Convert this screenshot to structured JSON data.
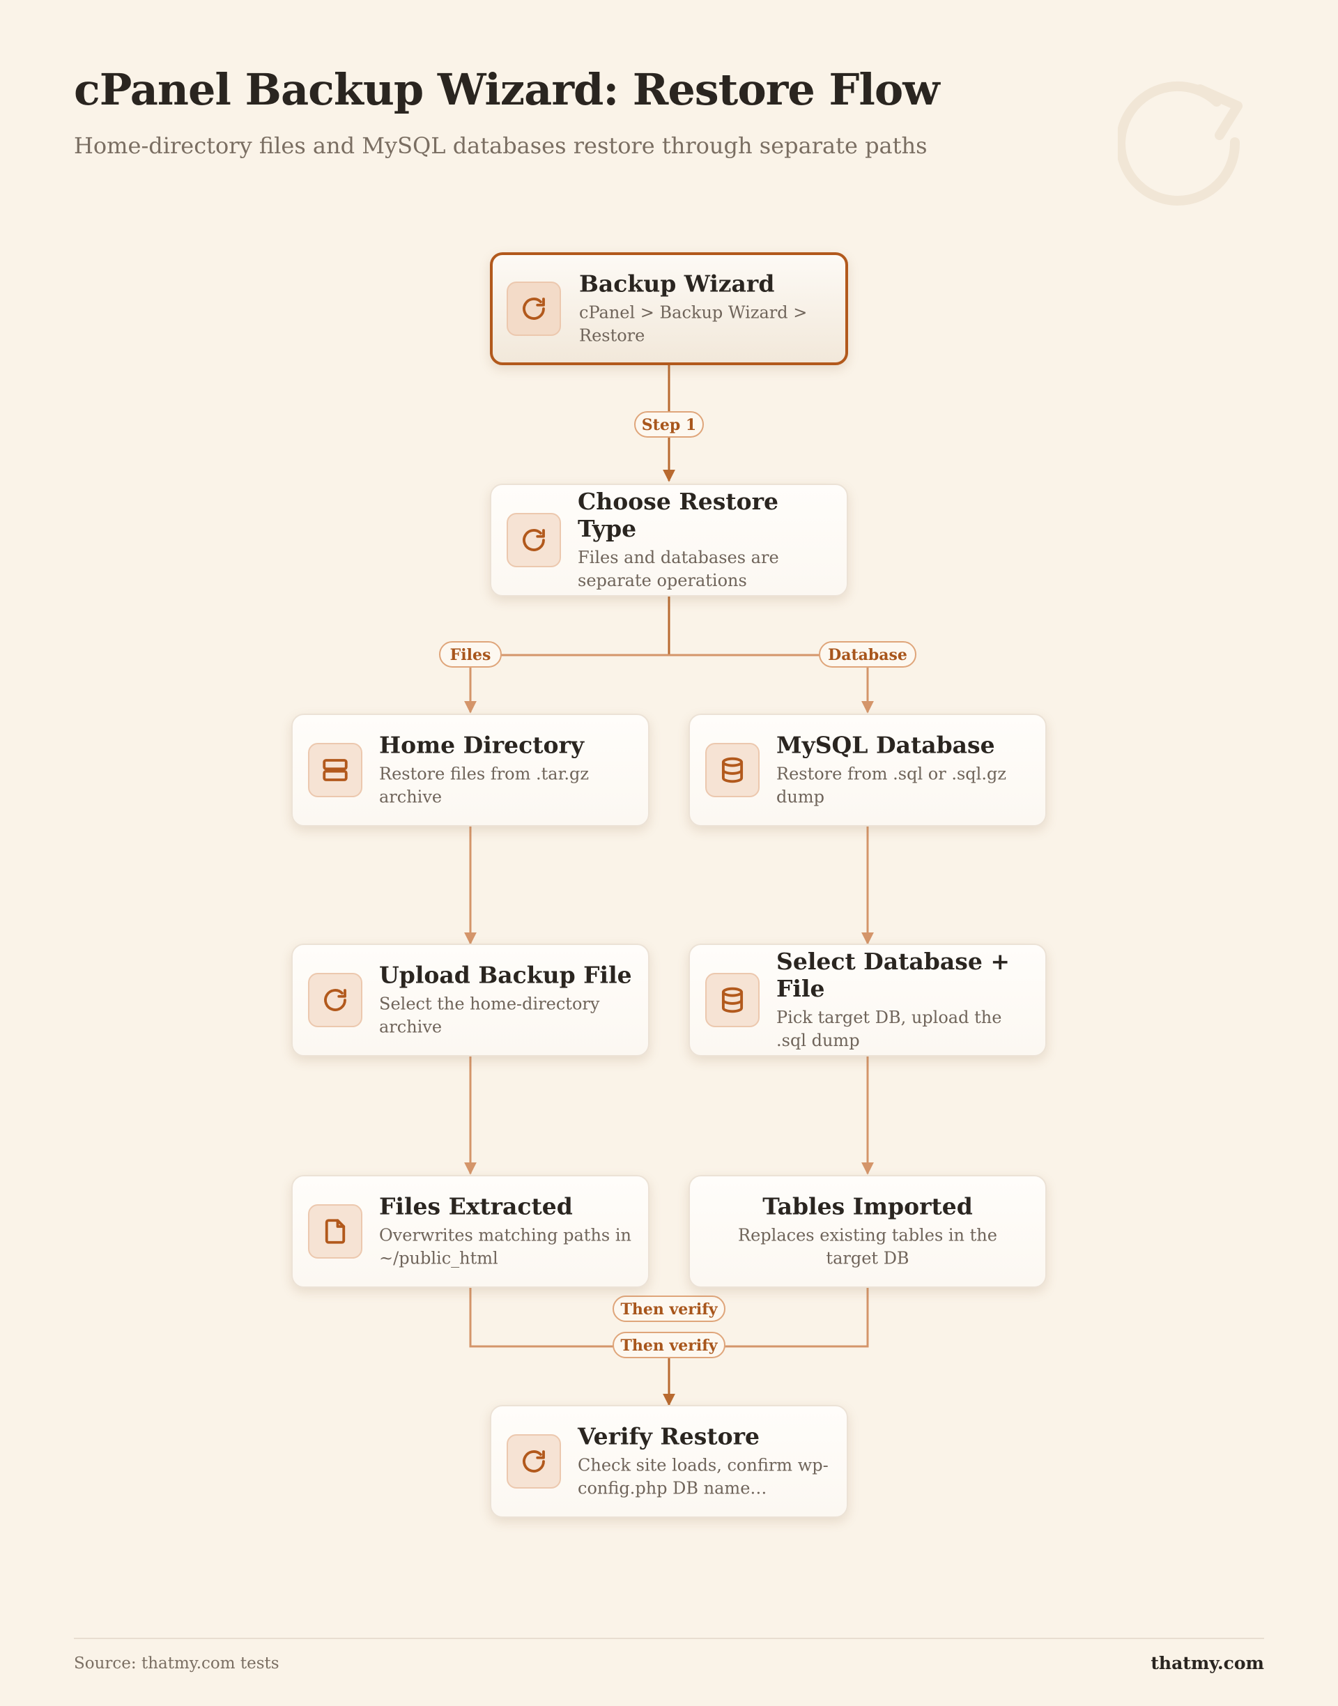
{
  "header": {
    "title": "cPanel Backup Wizard: Restore Flow",
    "subtitle": "Home-directory files and MySQL databases restore through separate paths"
  },
  "nodes": {
    "backup_wizard": {
      "title": "Backup Wizard",
      "desc": "cPanel > Backup Wizard > Restore",
      "icon": "restore-icon"
    },
    "choose_restore_type": {
      "title": "Choose Restore Type",
      "desc": "Files and databases are separate operations",
      "icon": "restore-icon"
    },
    "home_directory": {
      "title": "Home Directory",
      "desc": "Restore files from .tar.gz archive",
      "icon": "server-icon"
    },
    "mysql_database": {
      "title": "MySQL Database",
      "desc": "Restore from .sql or .sql.gz dump",
      "icon": "database-icon"
    },
    "upload_backup_file": {
      "title": "Upload Backup File",
      "desc": "Select the home-directory archive",
      "icon": "restore-icon"
    },
    "select_database_file": {
      "title": "Select Database + File",
      "desc": "Pick target DB, upload the .sql dump",
      "icon": "database-icon"
    },
    "files_extracted": {
      "title": "Files Extracted",
      "desc": "Overwrites matching paths in ~/public_html",
      "icon": "file-icon"
    },
    "tables_imported": {
      "title": "Tables Imported",
      "desc": "Replaces existing tables in the target DB"
    },
    "verify_restore": {
      "title": "Verify Restore",
      "desc": "Check site loads, confirm wp-config.php DB name…",
      "icon": "restore-icon"
    }
  },
  "edge_labels": {
    "step1": "Step 1",
    "files": "Files",
    "database": "Database",
    "then_verify_files": "Then verify",
    "then_verify_database": "Then verify"
  },
  "footer": {
    "source": "Source: thatmy.com tests",
    "brand": "thatmy.com"
  },
  "colors": {
    "background": "#faf3e8",
    "accent": "#b2591c",
    "connector": "#d4956a",
    "primary_connector": "#b86a30",
    "label_text": "#a8561c"
  }
}
